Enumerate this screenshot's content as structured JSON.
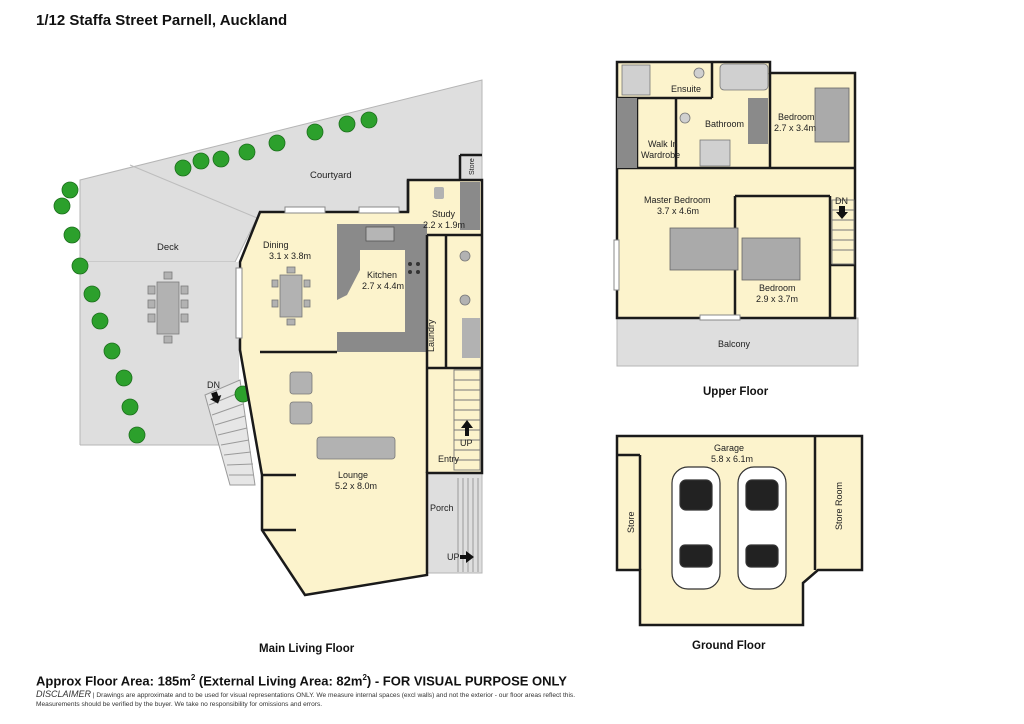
{
  "address": "1/12 Staffa Street Parnell, Auckland",
  "floor_area": {
    "prefix": "Approx Floor Area: 185m",
    "sup1": "2",
    "middle": " (External Living Area: 82m",
    "sup2": "2",
    "suffix": ") - FOR VISUAL PURPOSE ONLY"
  },
  "disclaimer": {
    "heading": "DISCLAIMER",
    "line1": " | Drawings are approximate and to be used for visual representations ONLY. We measure internal spaces (excl walls) and not the exterior - our floor areas reflect this.",
    "line2": "Measurements should be verified by the buyer. We take no responsibility for omissions and errors."
  },
  "floors": {
    "main": {
      "caption": "Main Living Floor",
      "labels": {
        "courtyard": "Courtyard",
        "deck": "Deck",
        "dn": "DN",
        "dining": "Dining",
        "dining_dim": "3.1 x 3.8m",
        "kitchen": "Kitchen",
        "kitchen_dim": "2.7 x 4.4m",
        "study": "Study",
        "study_dim": "2.2 x 1.9m",
        "store": "Store",
        "laundry": "Laundry",
        "up": "UP",
        "lounge": "Lounge",
        "lounge_dim": "5.2 x 8.0m",
        "entry": "Entry",
        "porch": "Porch",
        "porch_up": "UP"
      }
    },
    "upper": {
      "caption": "Upper  Floor",
      "labels": {
        "ensuite": "Ensuite",
        "bathroom": "Bathroom",
        "bedroom1": "Bedroom",
        "bedroom1_dim": "2.7 x 3.4m",
        "wiw1": "Walk In",
        "wiw2": "Wardrobe",
        "master": "Master Bedroom",
        "master_dim": "3.7 x 4.6m",
        "dn": "DN",
        "bedroom2": "Bedroom",
        "bedroom2_dim": "2.9 x 3.7m",
        "balcony": "Balcony"
      }
    },
    "ground": {
      "caption": "Ground Floor",
      "labels": {
        "garage": "Garage",
        "garage_dim": "5.8 x 6.1m",
        "store": "Store",
        "store_room": "Store Room"
      }
    }
  },
  "colors": {
    "room_fill": "#fcf3cc",
    "outdoor_fill": "#dedede",
    "wall": "#1a1a1a",
    "bench": "#8a8a8a",
    "furniture": "#b2b2b2",
    "tree": "#2ca02c"
  }
}
